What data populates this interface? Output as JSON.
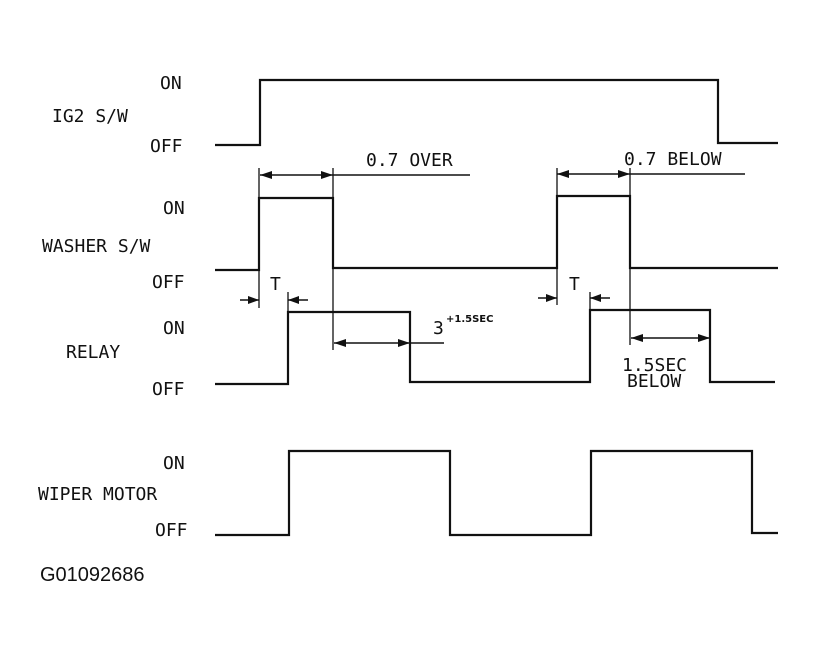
{
  "signals": [
    {
      "name": "IG2 S/W",
      "on": "ON",
      "off": "OFF"
    },
    {
      "name": "WASHER S/W",
      "on": "ON",
      "off": "OFF"
    },
    {
      "name": "RELAY",
      "on": "ON",
      "off": "OFF"
    },
    {
      "name": "WIPER MOTOR",
      "on": "ON",
      "off": "OFF"
    }
  ],
  "annotations": {
    "over": "0.7 OVER",
    "below": "0.7 BELOW",
    "t1": "T",
    "t2": "T",
    "relay_base": "3",
    "relay_sup": "+1.5SEC",
    "delay_line1": "1.5SEC",
    "delay_line2": "BELOW"
  },
  "caption": "G01092686"
}
